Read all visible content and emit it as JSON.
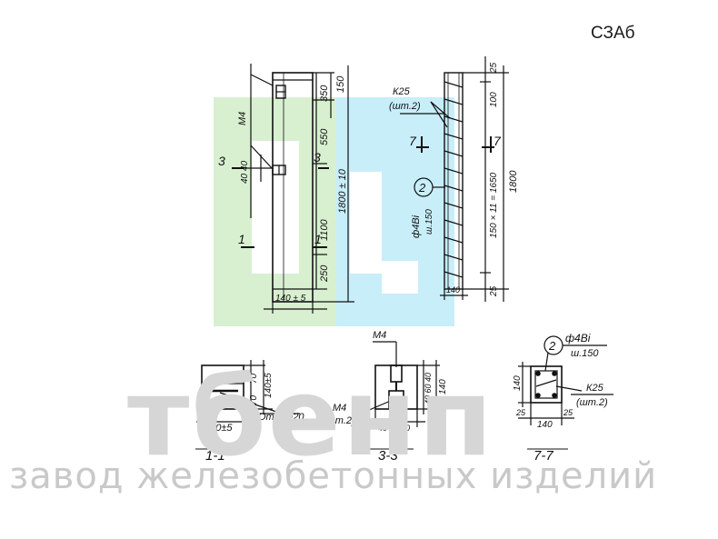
{
  "product_code": "СЗАб",
  "watermark": {
    "logo_text": "тбенп",
    "company": "завод железобетонных изделий"
  },
  "colors": {
    "wm_green": "#d8f0d0",
    "wm_blue": "#c8eefa",
    "line": "#111111",
    "watermark_text": "#cccccc"
  },
  "elevation": {
    "dims": {
      "d350": "350",
      "d150": "150",
      "d550": "550",
      "d1100": "1100",
      "d250": "250",
      "total": "1800 ± 10",
      "d4040": "40 40",
      "bottom": "140 ± 5"
    },
    "labels": {
      "m4": "М4",
      "cut3": "3",
      "cut1": "1"
    }
  },
  "reinforcement": {
    "k25": "К25",
    "k25_qty": "(шт.2)",
    "bar": "ф4Вi",
    "bar_step": "ш.150",
    "pos": "2",
    "cut7": "7",
    "dims": {
      "d25": "25",
      "d100": "100",
      "spacing": "150 × 11 = 1650",
      "total": "1800",
      "bottom": "25",
      "width": "140"
    }
  },
  "sections": {
    "s11": {
      "title": "1-1",
      "d70a": "70",
      "d70b": "70",
      "d140": "140±5",
      "width": "140±5",
      "hole": "Отв. Ф20"
    },
    "s33": {
      "title": "3-3",
      "m4": "М4",
      "m4b": "М4",
      "m4_qty": "(шт.2)",
      "bottom": "40 60 40",
      "d140": "140",
      "right": "40 60 40"
    },
    "s77": {
      "title": "7-7",
      "pos": "2",
      "bar": "ф4Вi",
      "bar_step": "ш.150",
      "k25": "К25",
      "k25_qty": "(шт.2)",
      "d140v": "140",
      "d25a": "25",
      "d140h": "140",
      "d25b": "25"
    }
  }
}
